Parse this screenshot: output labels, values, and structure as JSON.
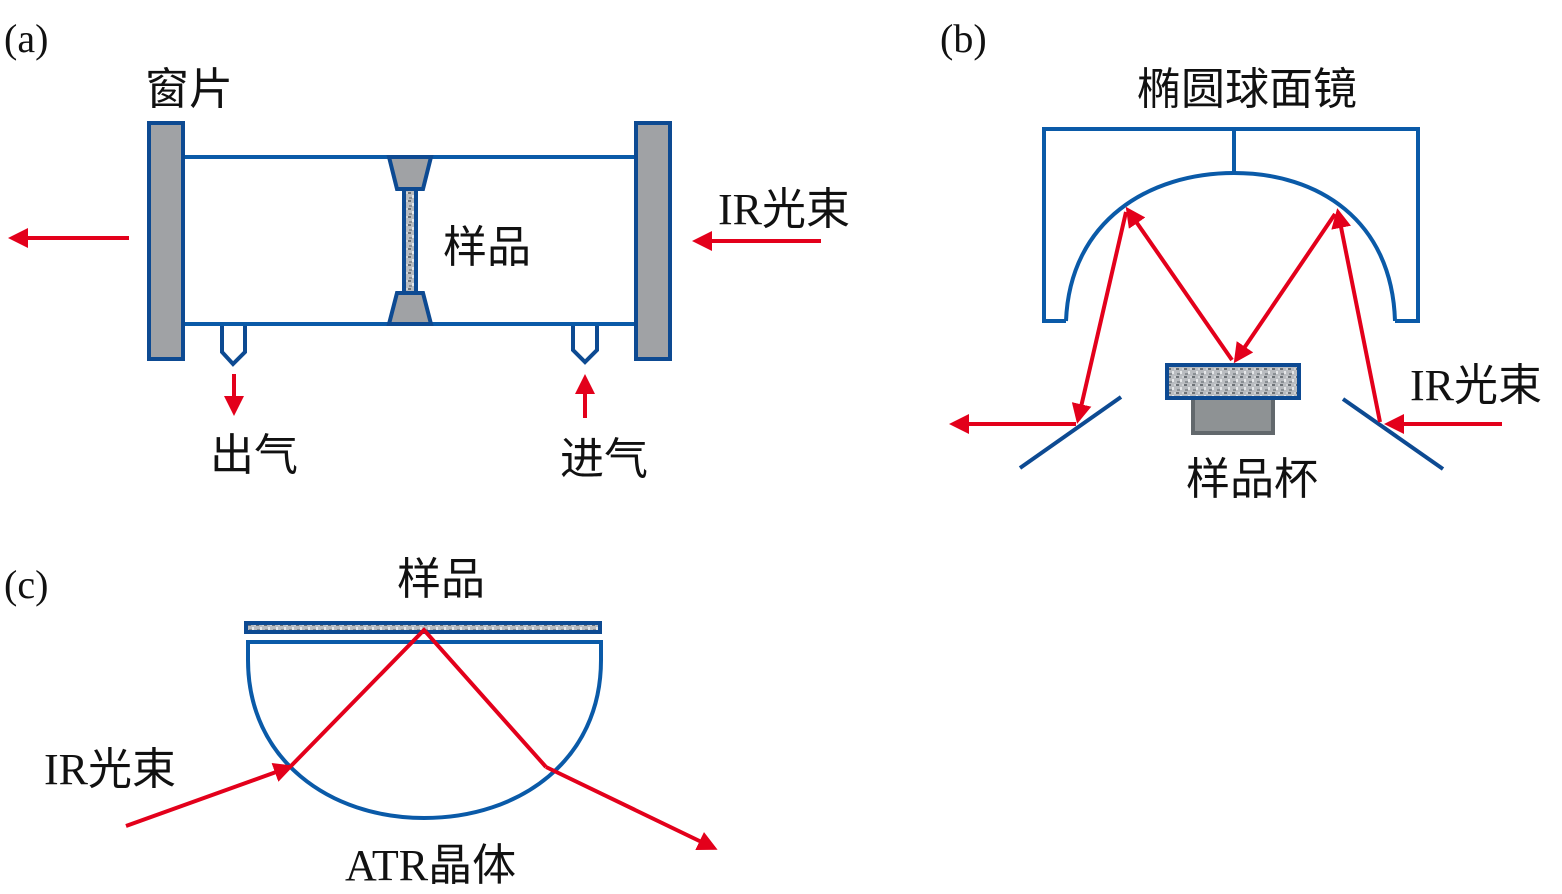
{
  "panels": {
    "a": {
      "label": "(a)",
      "window_label": "窗片",
      "sample_label": "样品",
      "ir_beam_label": "IR光束",
      "gas_out_label": "出气",
      "gas_in_label": "进气"
    },
    "b": {
      "label": "(b)",
      "mirror_label": "椭圆球面镜",
      "ir_beam_label": "IR光束",
      "sample_cup_label": "样品杯"
    },
    "c": {
      "label": "(c)",
      "sample_label": "样品",
      "ir_beam_label": "IR光束",
      "crystal_label": "ATR晶体"
    }
  },
  "colors": {
    "outline_blue": "#0a5aa8",
    "mirror_dark_blue": "#0d4a92",
    "beam_red": "#e3001b",
    "window_gray": "#a0a2a5",
    "cup_gray": "#8e9294"
  }
}
